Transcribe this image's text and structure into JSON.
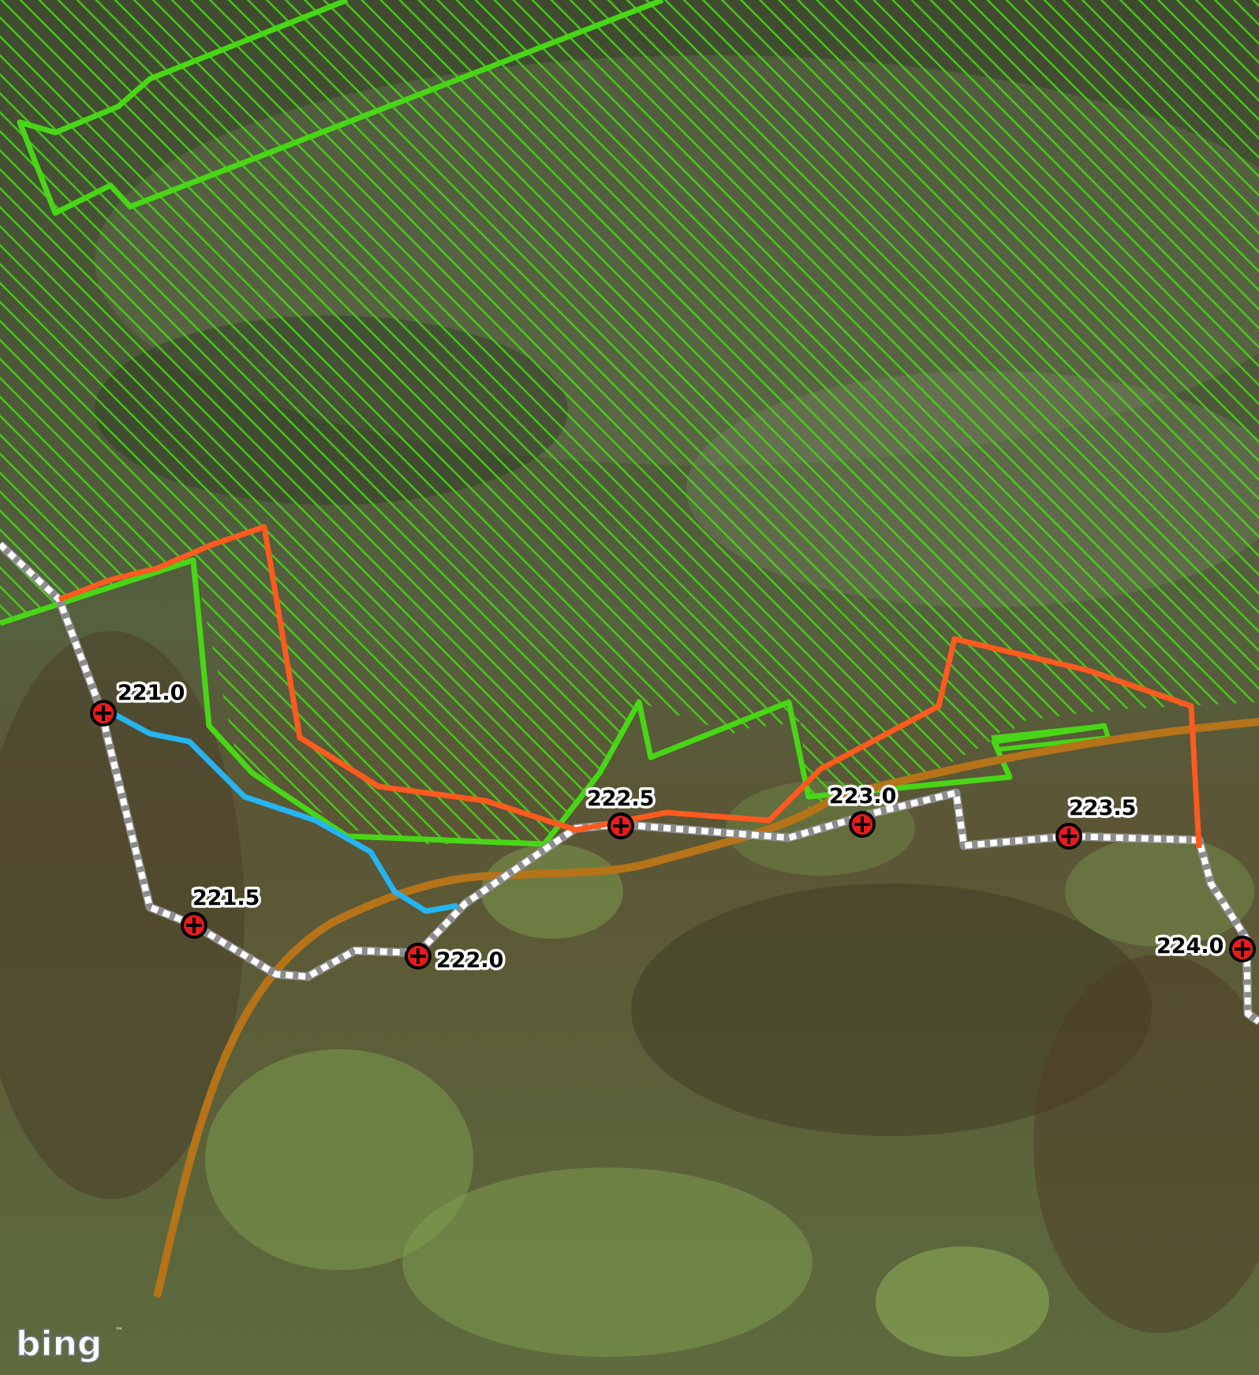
{
  "map": {
    "basemap": "aerial-imagery",
    "attribution": {
      "text": "bing",
      "trademark": "™"
    },
    "colors": {
      "hatched_area": "#48d616",
      "orange_route": "#ff5a1f",
      "blue_route": "#25b5f0",
      "brown_road": "#b5731a",
      "dashed_trail": "#ffffff",
      "marker_fill": "#e81c1c",
      "marker_ring": "#000000"
    },
    "mile_markers": [
      {
        "id": "221-0",
        "label": "221.0"
      },
      {
        "id": "221-5",
        "label": "221.5"
      },
      {
        "id": "222-0",
        "label": "222.0"
      },
      {
        "id": "222-5",
        "label": "222.5"
      },
      {
        "id": "223-0",
        "label": "223.0"
      },
      {
        "id": "223-5",
        "label": "223.5"
      },
      {
        "id": "224-0",
        "label": "224.0"
      }
    ],
    "marker_icon": "red-cross-icon"
  }
}
